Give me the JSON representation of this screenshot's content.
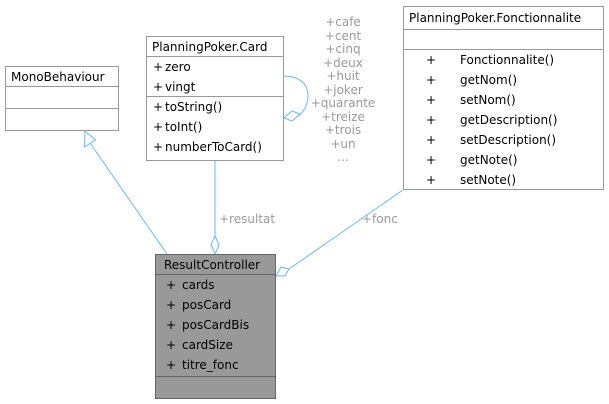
{
  "classes": {
    "monobehaviour": {
      "name": "MonoBehaviour",
      "attributes": [],
      "operations": []
    },
    "card": {
      "name": "PlanningPoker.Card",
      "attributes": [
        {
          "vis": "+",
          "name": "zero"
        },
        {
          "vis": "+",
          "name": "vingt"
        }
      ],
      "operations": [
        {
          "vis": "+",
          "name": "toString()"
        },
        {
          "vis": "+",
          "name": "toInt()"
        },
        {
          "vis": "+",
          "name": "numberToCard()"
        }
      ]
    },
    "fonctionnalite": {
      "name": "PlanningPoker.Fonctionnalite",
      "attributes": [],
      "operations": [
        {
          "vis": "+",
          "name": "Fonctionnalite()"
        },
        {
          "vis": "+",
          "name": "getNom()"
        },
        {
          "vis": "+",
          "name": "setNom()"
        },
        {
          "vis": "+",
          "name": "getDescription()"
        },
        {
          "vis": "+",
          "name": "setDescription()"
        },
        {
          "vis": "+",
          "name": "getNote()"
        },
        {
          "vis": "+",
          "name": "setNote()"
        }
      ]
    },
    "resultcontroller": {
      "name": "ResultController",
      "attributes": [
        {
          "vis": "+",
          "name": "cards"
        },
        {
          "vis": "+",
          "name": "posCard"
        },
        {
          "vis": "+",
          "name": "posCardBis"
        },
        {
          "vis": "+",
          "name": "cardSize"
        },
        {
          "vis": "+",
          "name": "titre_fonc"
        }
      ],
      "operations": []
    }
  },
  "relations": {
    "resultat_label": "+resultat",
    "fonc_label": "+fonc",
    "self_labels": [
      "+cafe",
      "+cent",
      "+cinq",
      "+deux",
      "+huit",
      "+joker",
      "+quarante",
      "+treize",
      "+trois",
      "+un",
      "..."
    ]
  },
  "colors": {
    "edge": "#63b8ff",
    "border": "#999999",
    "highlight_fill": "#999999",
    "label": "#9a9a9a"
  }
}
